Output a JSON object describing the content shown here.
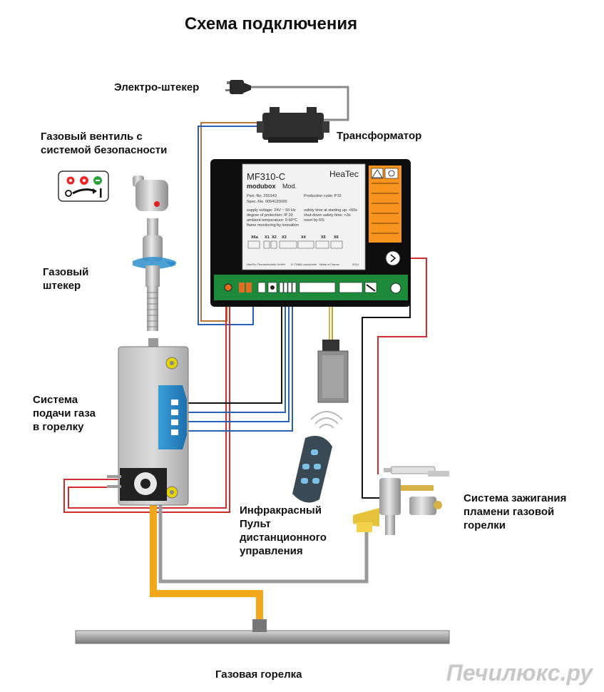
{
  "title": "Схема подключения",
  "labels": {
    "plug": "Электро-штекер",
    "transformer": "Трансформатор",
    "valve_1": "Газовый вентиль с",
    "valve_2": "системой безопасности",
    "gas_plug_1": "Газовый",
    "gas_plug_2": "штекер",
    "gas_supply_1": "Система",
    "gas_supply_2": "подачи газа",
    "gas_supply_3": "в горелку",
    "ignition_1": "Система зажигания",
    "ignition_2": "пламени газовой",
    "ignition_3": "горелки",
    "remote_1": "Инфракрасный",
    "remote_2": "Пульт",
    "remote_3": "дистанционного",
    "remote_4": "управления",
    "burner": "Газовая горелка"
  },
  "controller": {
    "model": "MF310-C",
    "brand": "HeaTec",
    "sub": "modubox",
    "mod": "Mod.",
    "part_no": "Part.-No. 250143",
    "spec_no": "Spec.-No. 0054120000",
    "production_code": "Production code: P15",
    "supply": "supply voltage: 24V ~ 50 Hz",
    "protection": "degree of protection: IP 20",
    "ambient": "ambient temperature: 0-60°C",
    "flame": "flame monitoring by ionisation",
    "safety_start": "safety time at starting up: <60s",
    "shutdown": "shut-down safety time: <3s",
    "reset": "reset by RS",
    "x6a": "X6a",
    "x1": "X1",
    "x2": "X2",
    "x3": "X3",
    "x4": "X4",
    "x5": "X5",
    "x6": "X6",
    "footer_company": "HeaTec Thermotechnik GmbH",
    "footer_city": "D-73466 Lauchheim",
    "footer_made": "Made in France",
    "footer_year": "2014"
  },
  "watermark": "Печилюкс.ру",
  "colors": {
    "wire_red": "#d42a2a",
    "wire_blue": "#2a5fb8",
    "wire_black": "#111111",
    "wire_brown": "#b8763a",
    "wire_gray": "#8a8a8a",
    "gas_pipe": "#f2a81a",
    "terminal_green": "#1c8a3a",
    "warning_orange": "#f7941d"
  }
}
